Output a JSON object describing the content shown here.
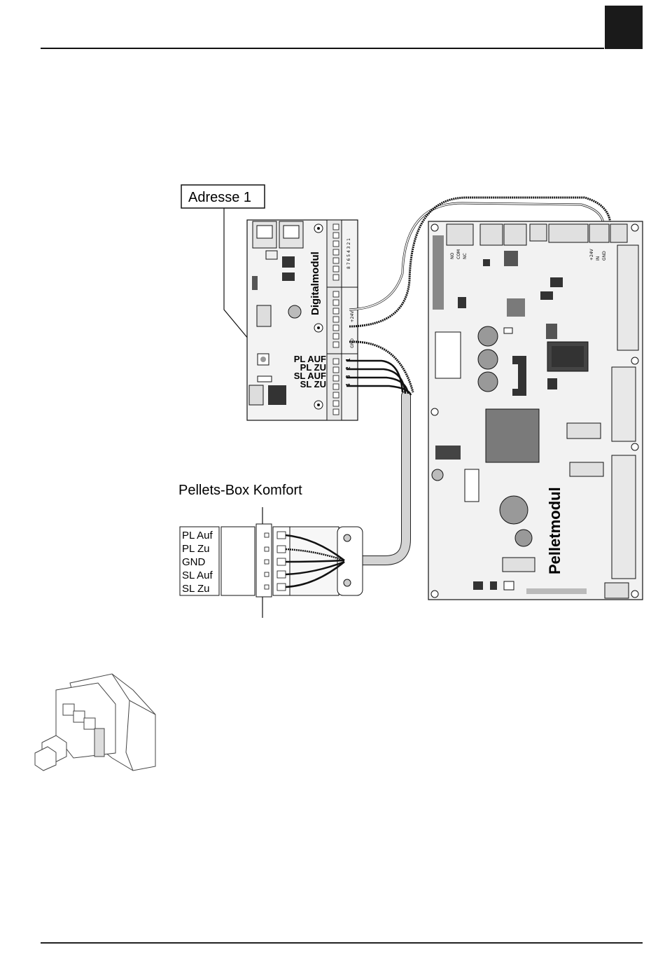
{
  "header": {
    "has_black_tab": true
  },
  "digital_module": {
    "title": "Digitalmodul",
    "address_label": "Adresse 1",
    "terminal_labels": [
      "PL AUF",
      "PL ZU",
      "SL AUF",
      "SL ZU"
    ],
    "terminal_numbers": [
      "1",
      "2",
      "3",
      "4"
    ],
    "top_pin_numbers": "8 7 6 5 4 3 2 1",
    "mid_labels": [
      "+24V",
      "GND"
    ]
  },
  "pellet_module": {
    "title": "Pelletmodul",
    "relay_labels": [
      "NO",
      "COM",
      "NC"
    ],
    "sensor_labels": [
      "+24V",
      "IN",
      "GND"
    ]
  },
  "pellets_box": {
    "title": "Pellets-Box Komfort",
    "terminals": [
      "PL Auf",
      "PL Zu",
      "GND",
      "SL Auf",
      "SL Zu"
    ]
  },
  "colors": {
    "ink": "#1a1a1a",
    "board_fill": "#f2f2f2",
    "chip_fill": "#7a7a7a",
    "cable_fill": "#d3d3d3"
  }
}
